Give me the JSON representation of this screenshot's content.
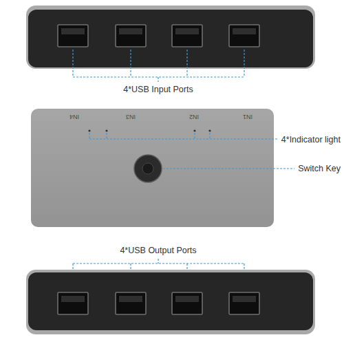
{
  "diagram": {
    "nodes": [
      {
        "text": [
          "IN4",
          "IN3",
          "IN2",
          "IN1"
        ]
      }
    ],
    "labels": [
      "4*USB Input Ports",
      "4*Indicator light",
      "Switch Key",
      "4*USB Output Ports"
    ]
  }
}
